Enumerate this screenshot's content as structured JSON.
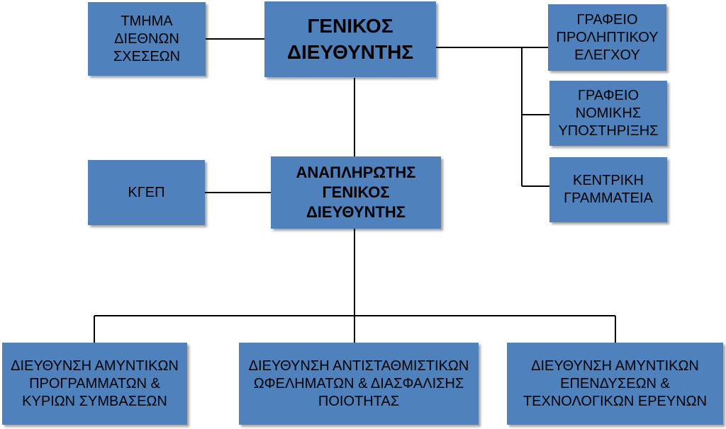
{
  "colors": {
    "box_fill": "#4f81bd",
    "connector": "#000000",
    "background": "#ffffff"
  },
  "nodes": {
    "general_director": "ΓΕΝΙΚΟΣ\nΔΙΕΥΘΥΝΤΗΣ",
    "international_relations": "ΤΜΗΜΑ\nΔΙΕΘΝΩΝ\nΣΧΕΣΕΩΝ",
    "preventive_control_office": "ΓΡΑΦΕΙΟ\nΠΡΟΛΗΠΤΙΚΟΥ\nΕΛΕΓΧΟΥ",
    "legal_support_office": "ΓΡΑΦΕΙΟ\nΝΟΜΙΚΗΣ\nΥΠΟΣΤΗΡΙΞΗΣ",
    "central_secretariat": "ΚΕΝΤΡΙΚΗ\nΓΡΑΜΜΑΤΕΙΑ",
    "deputy_general_director": "ΑΝΑΠΛΗΡΩΤΗΣ\nΓΕΝΙΚΟΣ\nΔΙΕΥΘΥΝΤΗΣ",
    "kgep": "ΚΓΕΠ",
    "defense_programs_directorate": "ΔΙΕΥΘΥΝΣΗ ΑΜΥΝΤΙΚΩΝ\nΠΡΟΓΡΑΜΜΑΤΩΝ &\nΚΥΡΙΩΝ ΣΥΜΒΑΣΕΩΝ",
    "offsets_directorate": "ΔΙΕΥΘΥΝΣΗ ΑΝΤΙΣΤΑΘΜΙΣΤΙΚΩΝ\nΩΦΕΛΗΜΑΤΩΝ & ΔΙΑΣΦΑΛΙΣΗΣ\nΠΟΙΟΤΗΤΑΣ",
    "defense_investments_directorate": "ΔΙΕΥΘΥΝΣΗ ΑΜΥΝΤΙΚΩΝ\nΕΠΕΝΔΥΣΕΩΝ &\nΤΕΧΝΟΛΟΓΙΚΩΝ ΕΡΕΥΝΩΝ"
  }
}
